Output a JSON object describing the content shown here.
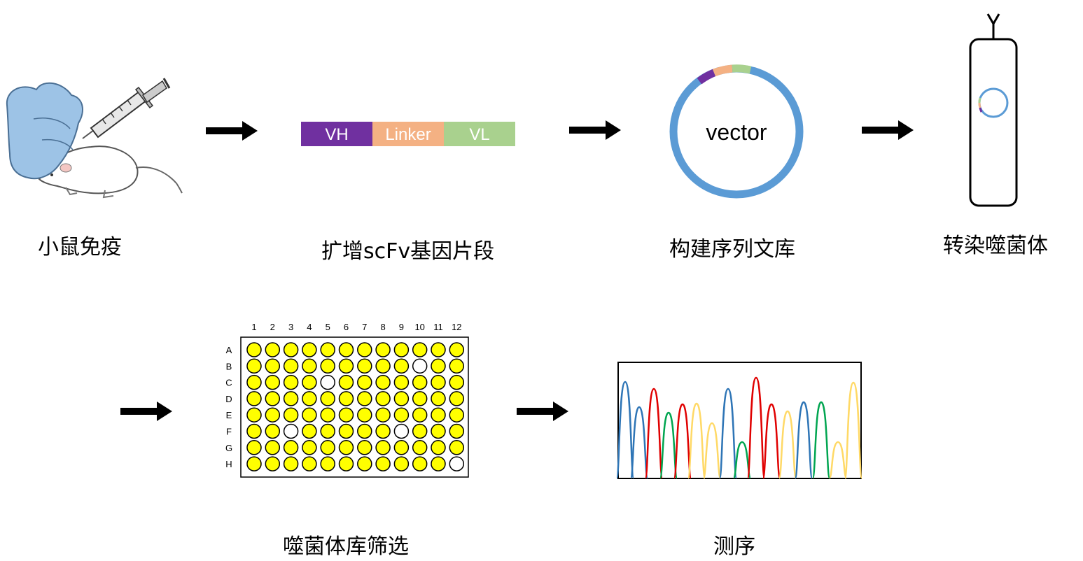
{
  "steps": [
    {
      "id": "immunize",
      "label": "小鼠免疫"
    },
    {
      "id": "amplify",
      "label": "扩增scFv基因片段"
    },
    {
      "id": "library",
      "label": "构建序列文库"
    },
    {
      "id": "phage",
      "label": "转染噬菌体"
    },
    {
      "id": "screen",
      "label": "噬菌体库筛选"
    },
    {
      "id": "sequencing",
      "label": "测序"
    }
  ],
  "scfv": {
    "segments": [
      {
        "label": "VH",
        "color": "#7030a0"
      },
      {
        "label": "Linker",
        "color": "#f4b183"
      },
      {
        "label": "VL",
        "color": "#a9d18e"
      }
    ]
  },
  "vector": {
    "label": "vector",
    "ring_color": "#5b9bd5"
  },
  "plate": {
    "columns": [
      "1",
      "2",
      "3",
      "4",
      "5",
      "6",
      "7",
      "8",
      "9",
      "10",
      "11",
      "12"
    ],
    "rows": [
      "A",
      "B",
      "C",
      "D",
      "E",
      "F",
      "G",
      "H"
    ],
    "well_color": "#ffff00",
    "empty_wells": [
      {
        "row": "B",
        "col": "10"
      },
      {
        "row": "C",
        "col": "5"
      },
      {
        "row": "F",
        "col": "3"
      },
      {
        "row": "F",
        "col": "9"
      },
      {
        "row": "H",
        "col": "12"
      }
    ]
  },
  "chromatogram": {
    "trace_colors": [
      "#2e75b6",
      "#e00000",
      "#00a550",
      "#ffd966"
    ]
  },
  "colors": {
    "arrow": "#000000",
    "glove": "#9dc3e6"
  }
}
